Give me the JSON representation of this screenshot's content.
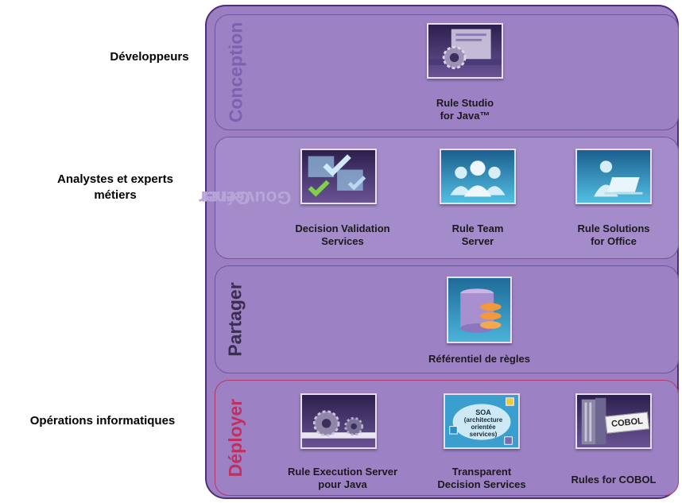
{
  "roles": {
    "developers": "Développeurs",
    "analysts_line1": "Analystes et experts",
    "analysts_line2": "métiers",
    "operations": "Opérations informatiques"
  },
  "bands": {
    "conception": "Conception",
    "gerer_line1": "Gérer",
    "gerer_line2": "Gouverner",
    "partager": "Partager",
    "deployer": "Déployer"
  },
  "components": {
    "rule_studio": {
      "line1": "Rule Studio",
      "line2": "for Java™"
    },
    "decision_validation": {
      "line1": "Decision Validation",
      "line2": "Services"
    },
    "rule_team_server": {
      "line1": "Rule Team",
      "line2": "Server"
    },
    "rule_solutions_office": {
      "line1": "Rule Solutions",
      "line2": "for Office"
    },
    "referentiel": {
      "line1": "Référentiel de règles"
    },
    "rule_execution_server": {
      "line1": "Rule Execution Server",
      "line2": "pour Java"
    },
    "transparent_decision": {
      "line1": "Transparent",
      "line2": "Decision Services"
    },
    "rules_cobol": {
      "line1": "Rules for COBOL"
    }
  },
  "icon_texts": {
    "soa_line1": "SOA",
    "soa_line2": "(architecture",
    "soa_line3": "orientée",
    "soa_line4": "services)",
    "cobol": "COBOL"
  },
  "colors": {
    "frame_fill": "#9b7fc2",
    "frame_border": "#4b2f7a",
    "conception_label": "#7a62b0",
    "gerer_label": "#b8a5d8",
    "partager_label": "#3a2e4f",
    "deployer_label": "#c02f60",
    "deployer_border": "#b3386a"
  }
}
